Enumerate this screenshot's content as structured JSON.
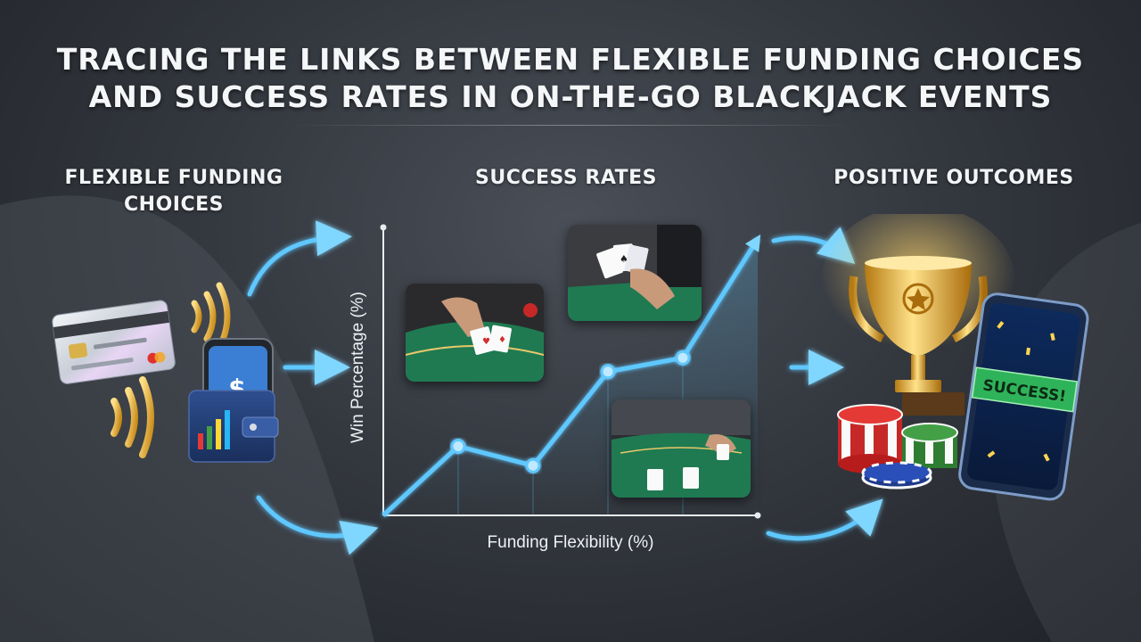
{
  "title": {
    "line1": "TRACING THE LINKS BETWEEN FLEXIBLE FUNDING CHOICES",
    "line2": "AND SUCCESS RATES IN ON-THE-GO BLACKJACK EVENTS"
  },
  "sections": {
    "left": {
      "line1": "FLEXIBLE FUNDING",
      "line2": "CHOICES"
    },
    "middle": "SUCCESS RATES",
    "right": "POSITIVE OUTCOMES"
  },
  "icons": {
    "left": [
      "credit-card-icon",
      "contactless-icon",
      "smartphone-payment-icon",
      "wallet-icon"
    ],
    "right": [
      "trophy-icon",
      "poker-chips-icon",
      "smartphone-success-icon"
    ],
    "photos": [
      "blackjack-table-photo",
      "hand-of-cards-photo",
      "blackjack-dealer-photo"
    ]
  },
  "phone_banner": "SUCCESS!",
  "phone_dollar": "$",
  "colors": {
    "accent_blue": "#5fc8ff",
    "felt_green": "#1f7a52",
    "gold": "#e8b23a",
    "chip_red": "#d32f2f",
    "banner_green": "#2fb35a"
  },
  "chart_data": {
    "type": "line",
    "xlabel": "Funding Flexibility (%)",
    "ylabel": "Win Percentage (%)",
    "x_ticks": [],
    "y_ticks": [],
    "grid": false,
    "series": [
      {
        "x": [
          0,
          1,
          2,
          3,
          4,
          5
        ],
        "y": [
          0,
          25,
          18,
          52,
          57,
          100
        ]
      }
    ],
    "markers_at_index": [
      1,
      2,
      3,
      4
    ]
  }
}
